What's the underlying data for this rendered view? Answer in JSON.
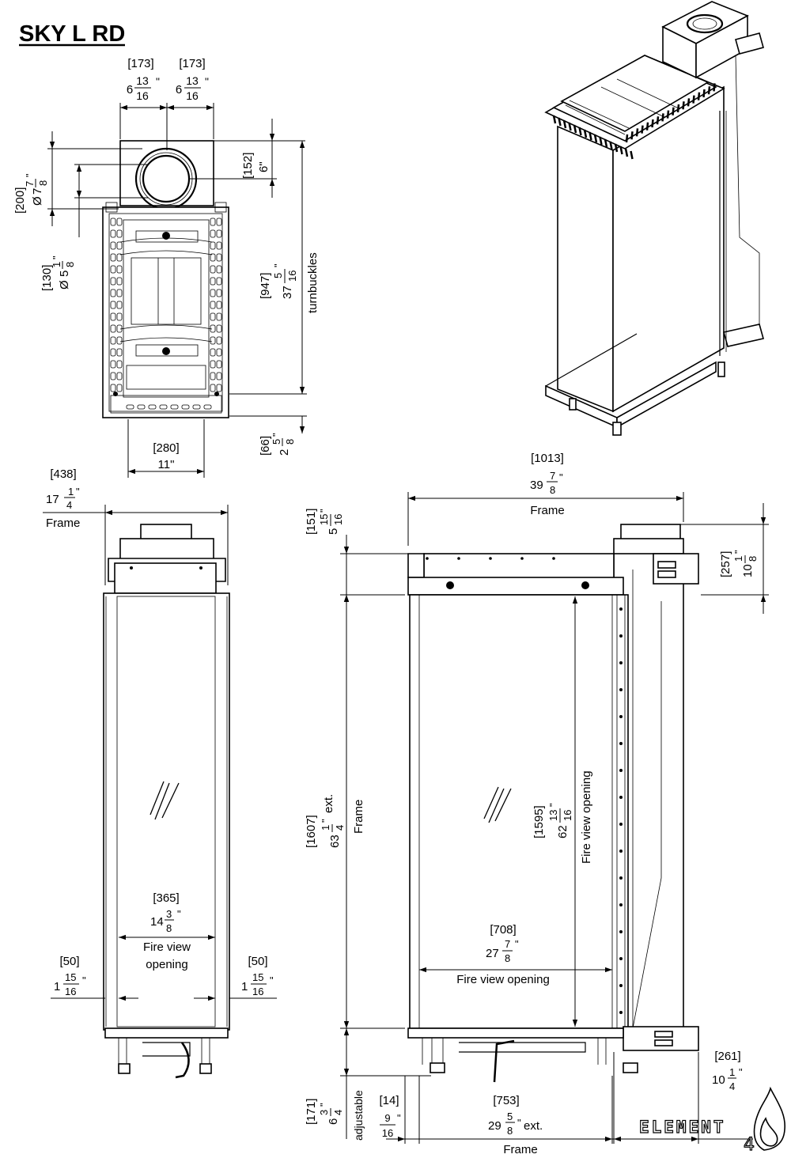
{
  "title": "SKY L RD",
  "brand": {
    "name": "ELEMENT",
    "number": "4"
  },
  "top_view": {
    "flue_left": {
      "mm": "[173]",
      "whole": "6",
      "num": "13",
      "den": "16",
      "unit": "\""
    },
    "flue_right": {
      "mm": "[173]",
      "whole": "6",
      "num": "13",
      "den": "16",
      "unit": "\""
    },
    "outer_dia": {
      "mm": "[200]",
      "sym": "Ø",
      "whole": "7",
      "num": "7",
      "den": "8",
      "unit": "\""
    },
    "inner_dia": {
      "mm": "[130]",
      "sym": "Ø",
      "whole": "5",
      "num": "1",
      "den": "8",
      "unit": "\""
    },
    "flue_offset": {
      "mm": "[152]",
      "inch": "6\""
    },
    "turnbuckles": {
      "mm": "[947]",
      "whole": "37",
      "num": "5",
      "den": "16",
      "unit": "\"",
      "label": "turnbuckles"
    },
    "bottom_offset": {
      "mm": "[66]",
      "whole": "2",
      "num": "5",
      "den": "8",
      "unit": "\""
    },
    "center_width": {
      "mm": "[280]",
      "inch": "11\""
    }
  },
  "front_view": {
    "frame_width": {
      "mm": "[438]",
      "whole": "17",
      "num": "1",
      "den": "4",
      "unit": "\"",
      "label": "Frame"
    },
    "fire_view_width": {
      "mm": "[365]",
      "whole": "14",
      "num": "3",
      "den": "8",
      "unit": "\"",
      "label_1": "Fire view",
      "label_2": "opening"
    },
    "left_margin": {
      "mm": "[50]",
      "whole": "1",
      "num": "15",
      "den": "16",
      "unit": "\""
    },
    "right_margin": {
      "mm": "[50]",
      "whole": "1",
      "num": "15",
      "den": "16",
      "unit": "\""
    }
  },
  "side_view": {
    "frame_width": {
      "mm": "[1013]",
      "whole": "39",
      "num": "7",
      "den": "8",
      "unit": "\"",
      "label": "Frame"
    },
    "top_height": {
      "mm": "[151]",
      "whole": "5",
      "num": "15",
      "den": "16",
      "unit": "\""
    },
    "flue_height": {
      "mm": "[257]",
      "whole": "10",
      "num": "1",
      "den": "8",
      "unit": "\""
    },
    "frame_height": {
      "mm": "[1607]",
      "whole": "63",
      "num": "1",
      "den": "4",
      "unit": "\"",
      "ext": "ext.",
      "label": "Frame"
    },
    "fire_view_height": {
      "mm": "[1595]",
      "whole": "62",
      "num": "13",
      "den": "16",
      "unit": "\"",
      "label": "Fire view opening"
    },
    "fire_view_width": {
      "mm": "[708]",
      "whole": "27",
      "num": "7",
      "den": "8",
      "unit": "\"",
      "label": "Fire view opening"
    },
    "right_offset": {
      "mm": "[261]",
      "whole": "10",
      "num": "1",
      "den": "4",
      "unit": "\""
    },
    "adjustable": {
      "mm": "[171]",
      "whole": "6",
      "num": "3",
      "den": "4",
      "unit": "\"",
      "label": "adjustable"
    },
    "left_offset": {
      "mm": "[14]",
      "num": "9",
      "den": "16",
      "unit": "\""
    },
    "bottom_frame": {
      "mm": "[753]",
      "whole": "29",
      "num": "5",
      "den": "8",
      "unit": "\"",
      "ext": "ext.",
      "label": "Frame"
    }
  }
}
